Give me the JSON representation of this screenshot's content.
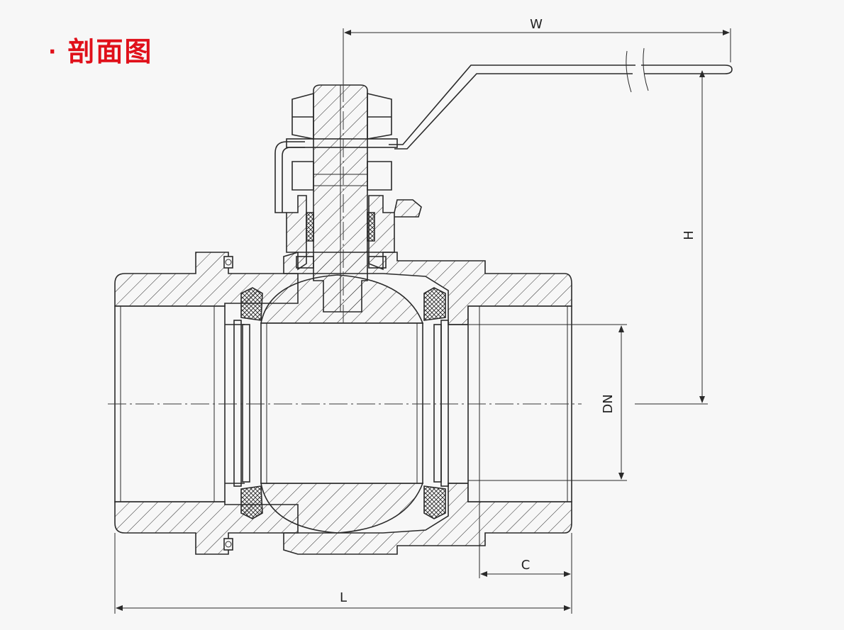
{
  "title": {
    "bullet": "·",
    "text": "剖面图",
    "color": "#e0101a"
  },
  "dimensions": {
    "width_label": "W",
    "height_label": "H",
    "nominal_diameter_label": "DN",
    "length_label": "L",
    "thread_label": "C"
  },
  "colors": {
    "line": "#2a2a2a",
    "background": "#f7f7f7"
  }
}
